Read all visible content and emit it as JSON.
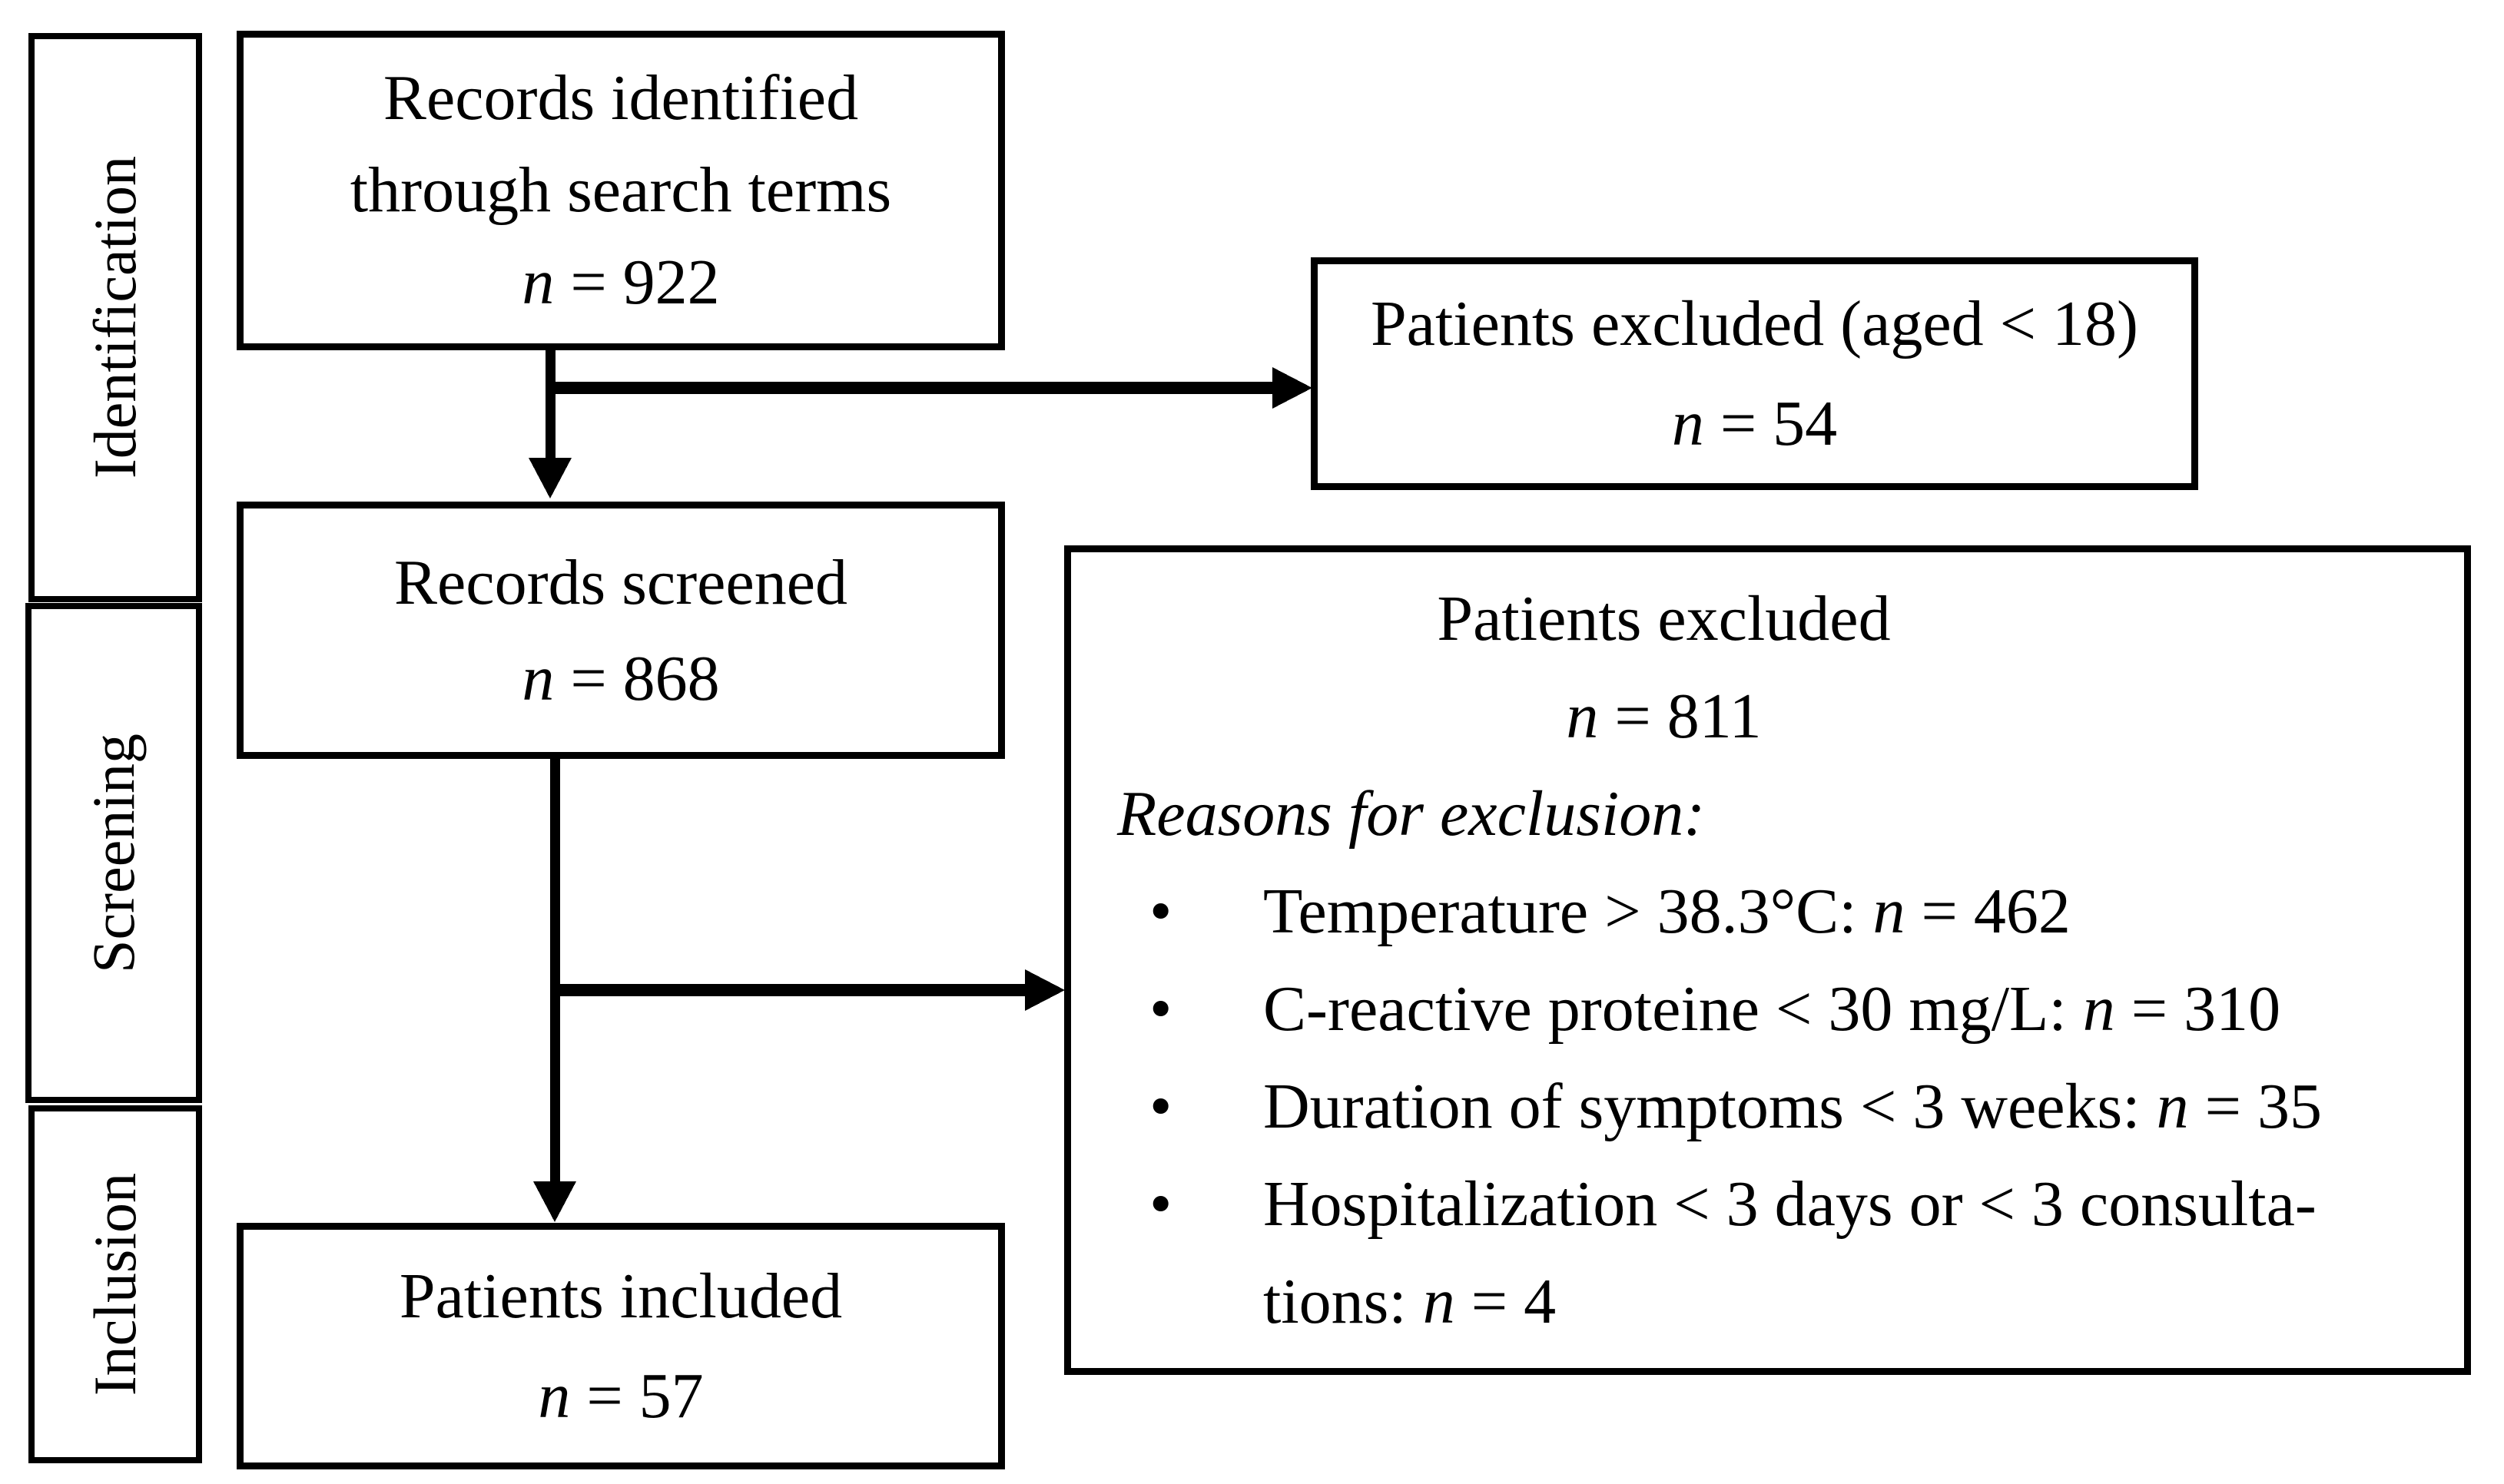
{
  "figure": {
    "colors": {
      "ink": "#000000",
      "background": "#ffffff"
    },
    "stages": [
      {
        "label": "Identification"
      },
      {
        "label": "Screening"
      },
      {
        "label": "Inclusion"
      }
    ],
    "boxes": {
      "identified": {
        "lines": [
          "Records identified",
          "through search terms"
        ],
        "n_symbol": "n",
        "n_value": "= 922"
      },
      "excluded_age": {
        "lines": [
          "Patients excluded (aged < 18)"
        ],
        "n_symbol": "n",
        "n_value": "= 54"
      },
      "screened": {
        "lines": [
          "Records screened"
        ],
        "n_symbol": "n",
        "n_value": "= 868"
      },
      "excluded_main": {
        "title": "Patients excluded",
        "n_symbol": "n",
        "n_value": "= 811",
        "reasons_heading": "Reasons for exclusion:",
        "bullet": "•",
        "reasons": [
          {
            "pre": "Temperature > 38.3°C:",
            "n": "n",
            "post": "= 462"
          },
          {
            "pre": "C-reactive proteine < 30 mg/L:",
            "n": "n",
            "post": "= 310"
          },
          {
            "pre": "Duration of symptoms < 3 weeks:",
            "n": "n",
            "post": "= 35"
          },
          {
            "pre": "Hospitalization < 3 days or < 3 consulta-\ntions:",
            "n": "n",
            "post": "= 4"
          }
        ]
      },
      "included": {
        "lines": [
          "Patients included"
        ],
        "n_symbol": "n",
        "n_value": "= 57"
      }
    }
  }
}
